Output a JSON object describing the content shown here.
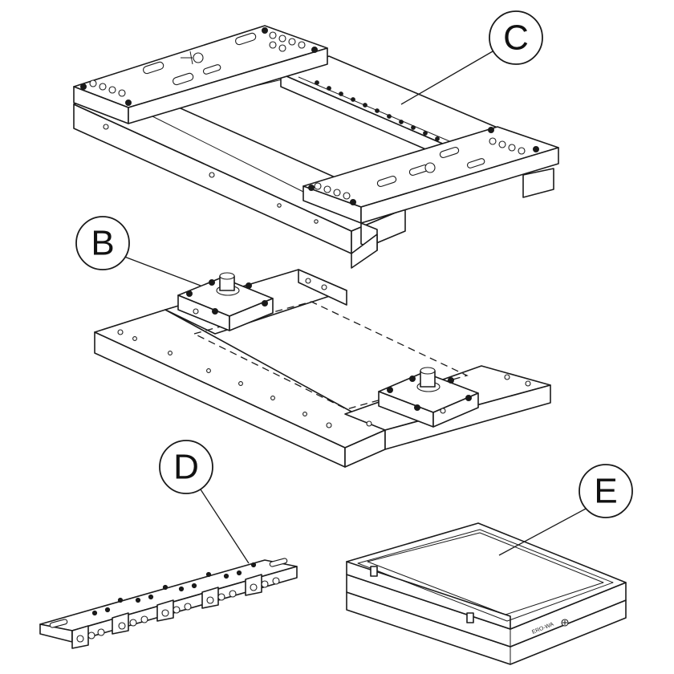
{
  "callouts": {
    "c": "C",
    "b": "B",
    "d": "D",
    "e": "E"
  }
}
